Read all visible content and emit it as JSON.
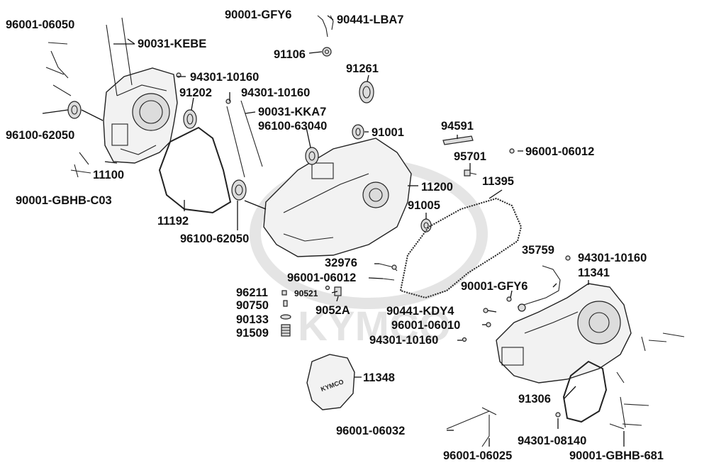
{
  "diagram": {
    "watermark": "KYMCO",
    "labels": [
      {
        "id": "96001-06050",
        "text": "96001-06050"
      },
      {
        "id": "90031-KEBE",
        "text": "90031-KEBE"
      },
      {
        "id": "90001-GFY6-top",
        "text": "90001-GFY6"
      },
      {
        "id": "90441-LBA7",
        "text": "90441-LBA7"
      },
      {
        "id": "91106",
        "text": "91106"
      },
      {
        "id": "91261",
        "text": "91261"
      },
      {
        "id": "94301-10160-a",
        "text": "94301-10160"
      },
      {
        "id": "91202",
        "text": "91202"
      },
      {
        "id": "94301-10160-b",
        "text": "94301-10160"
      },
      {
        "id": "90031-KKA7",
        "text": "90031-KKA7"
      },
      {
        "id": "96100-63040",
        "text": "96100-63040"
      },
      {
        "id": "91001",
        "text": "91001"
      },
      {
        "id": "96100-62050-a",
        "text": "96100-62050"
      },
      {
        "id": "94591",
        "text": "94591"
      },
      {
        "id": "96001-06012-a",
        "text": "96001-06012"
      },
      {
        "id": "95701",
        "text": "95701"
      },
      {
        "id": "11100",
        "text": "11100"
      },
      {
        "id": "11395",
        "text": "11395"
      },
      {
        "id": "11200",
        "text": "11200"
      },
      {
        "id": "90001-GBHB-C03",
        "text": "90001-GBHB-C03"
      },
      {
        "id": "91005",
        "text": "91005"
      },
      {
        "id": "11192",
        "text": "11192"
      },
      {
        "id": "96100-62050-b",
        "text": "96100-62050"
      },
      {
        "id": "35759",
        "text": "35759"
      },
      {
        "id": "94301-10160-c",
        "text": "94301-10160"
      },
      {
        "id": "32976",
        "text": "32976"
      },
      {
        "id": "11341",
        "text": "11341"
      },
      {
        "id": "96001-06012-b",
        "text": "96001-06012"
      },
      {
        "id": "90001-GFY6-b",
        "text": "90001-GFY6"
      },
      {
        "id": "96211",
        "text": "96211"
      },
      {
        "id": "90521",
        "text": "90521"
      },
      {
        "id": "90750",
        "text": "90750"
      },
      {
        "id": "9052A",
        "text": "9052A"
      },
      {
        "id": "90441-KDY4",
        "text": "90441-KDY4"
      },
      {
        "id": "90133",
        "text": "90133"
      },
      {
        "id": "96001-06010",
        "text": "96001-06010"
      },
      {
        "id": "91509",
        "text": "91509"
      },
      {
        "id": "94301-10160-d",
        "text": "94301-10160"
      },
      {
        "id": "11348",
        "text": "11348"
      },
      {
        "id": "91306",
        "text": "91306"
      },
      {
        "id": "96001-06032",
        "text": "96001-06032"
      },
      {
        "id": "94301-08140",
        "text": "94301-08140"
      },
      {
        "id": "96001-06025",
        "text": "96001-06025"
      },
      {
        "id": "90001-GBHB-681",
        "text": "90001-GBHB-681"
      }
    ],
    "cover_logo": "KYMCO"
  }
}
